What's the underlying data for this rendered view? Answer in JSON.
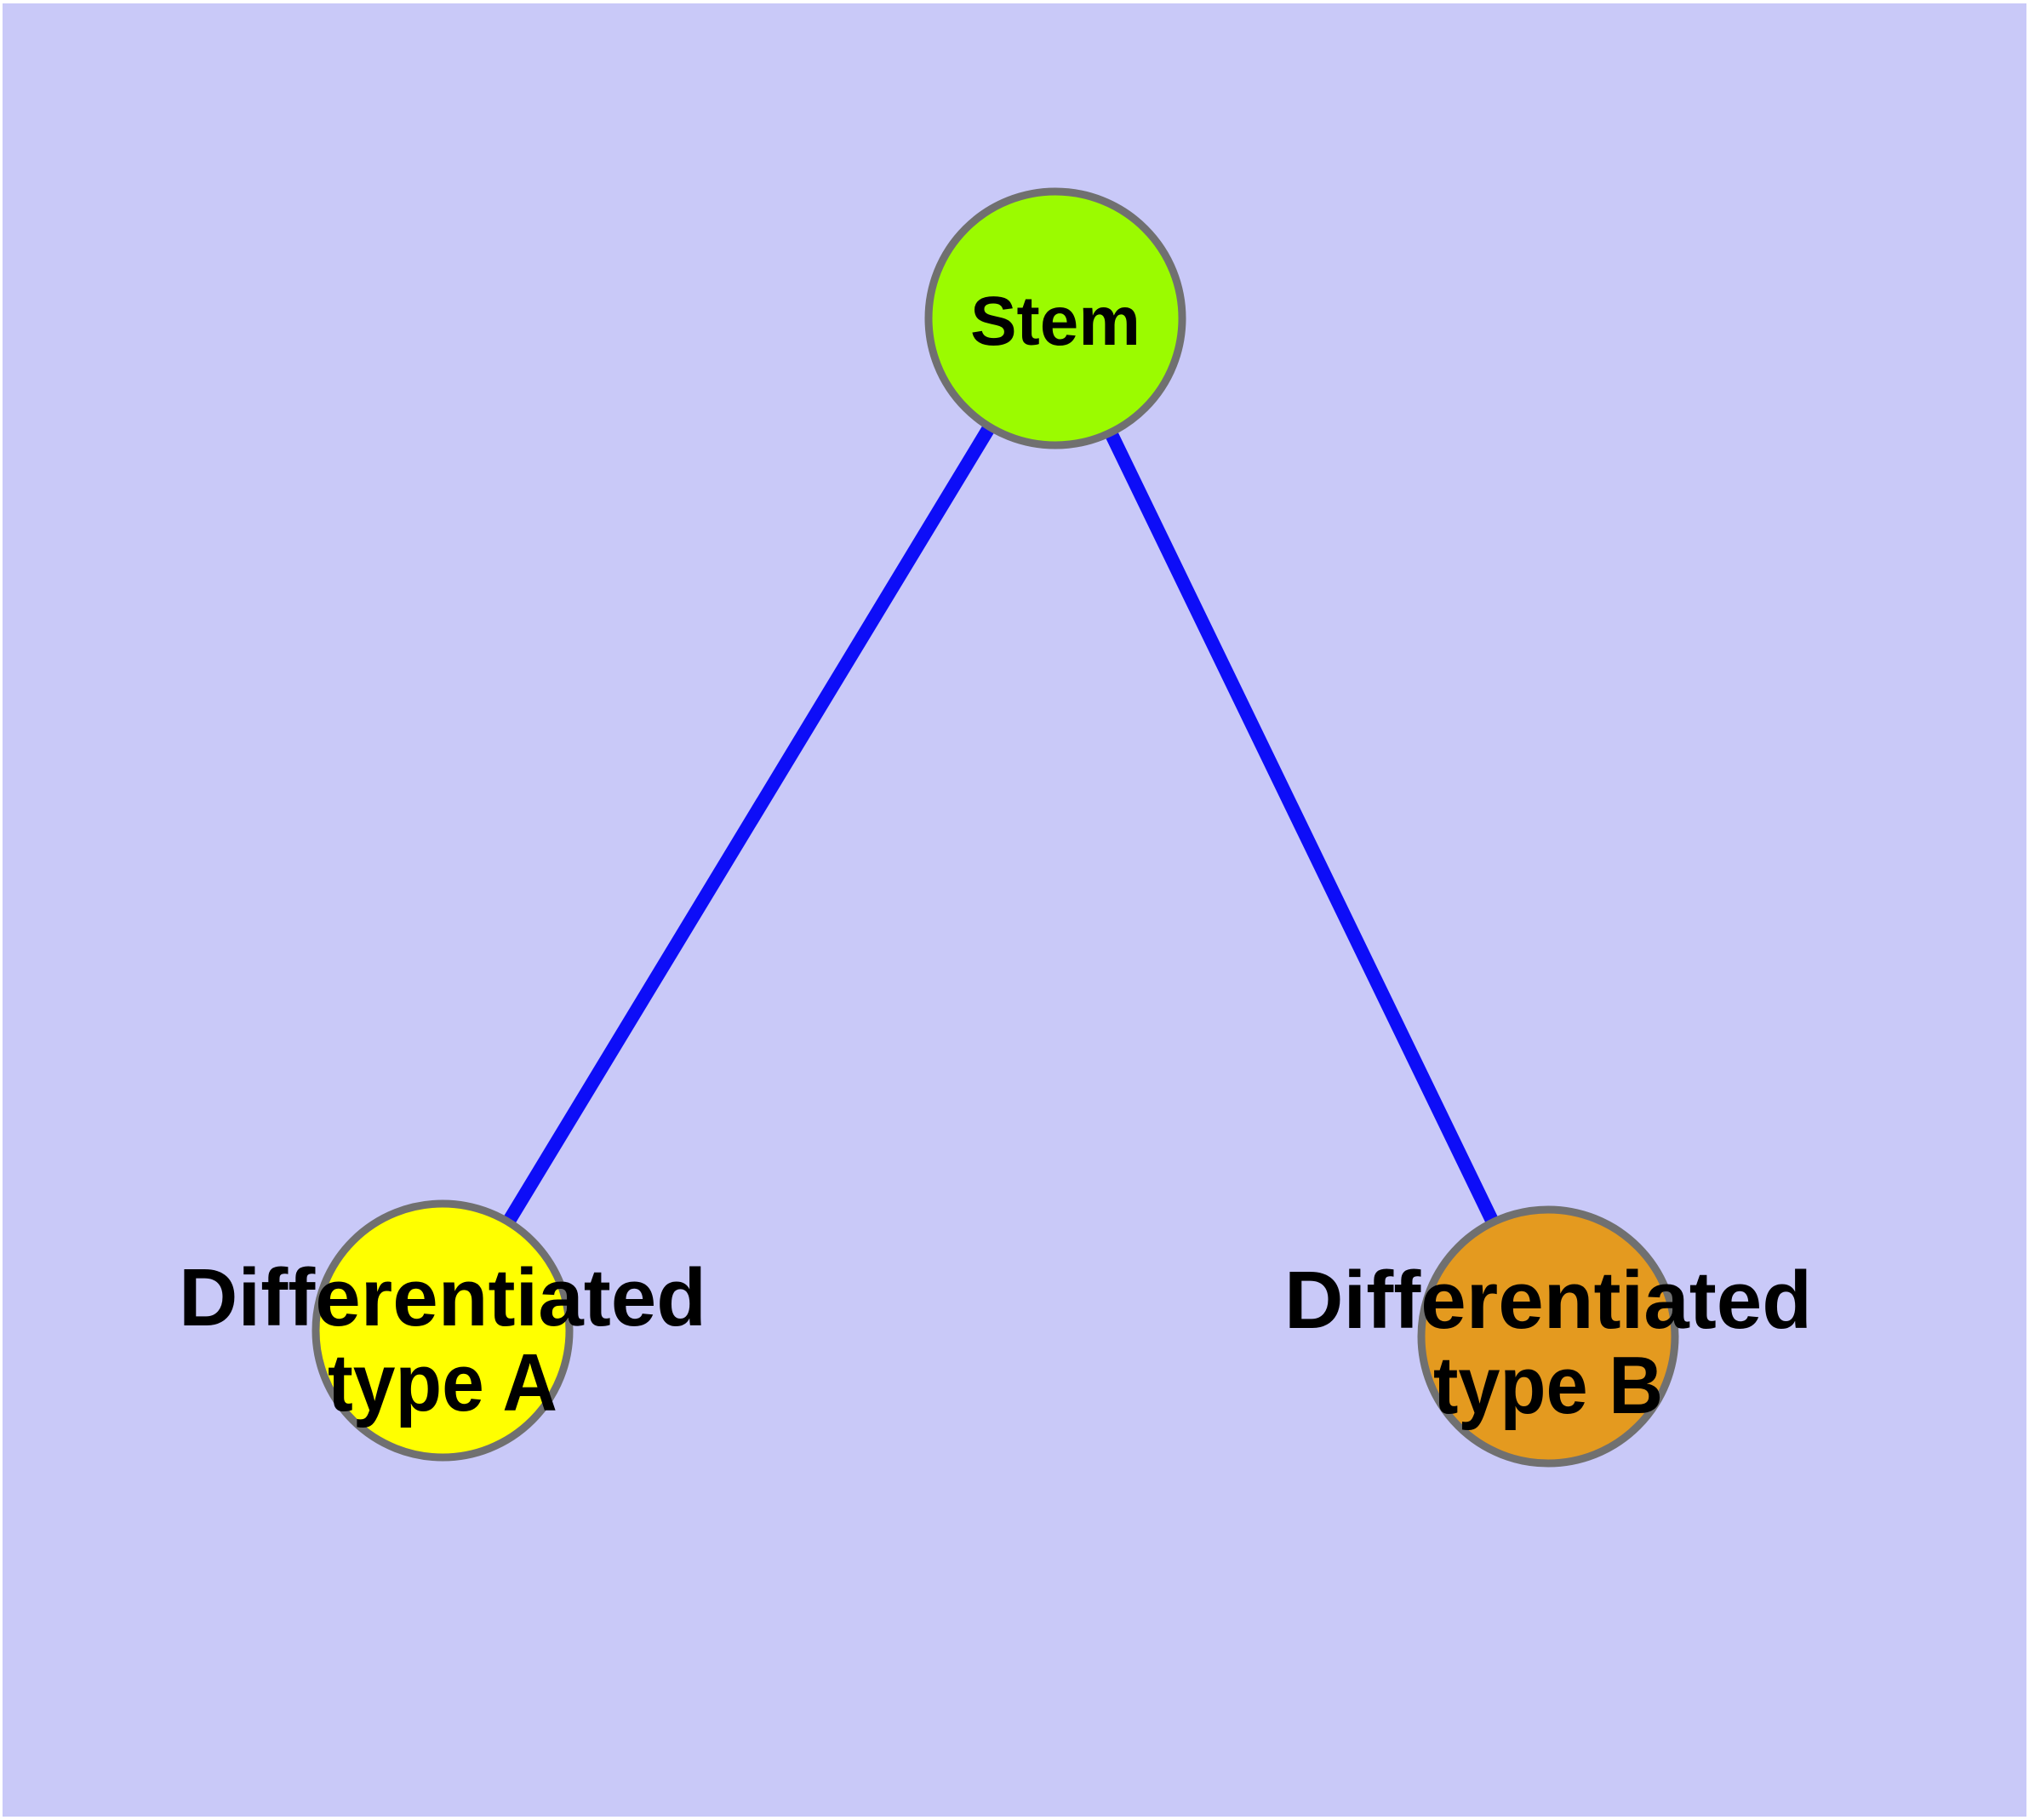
{
  "diagram": {
    "background_color": "#c9c9f8",
    "edge_color": "#0d0df8",
    "node_border_color": "#707070",
    "label_color": "#000000",
    "nodes": [
      {
        "id": "stem",
        "label": "Stem",
        "label_lines": [
          "Stem"
        ],
        "fill": "#9bfb00"
      },
      {
        "id": "differentiated-type-a",
        "label": "Differentiated type A",
        "label_lines": [
          "Differentiated",
          "type A"
        ],
        "fill": "#ffff00"
      },
      {
        "id": "differentiated-type-b",
        "label": "Differentiated type B",
        "label_lines": [
          "Differentiated",
          "type B"
        ],
        "fill": "#e49a1f"
      }
    ],
    "edges": [
      {
        "from": "stem",
        "to": "differentiated-type-a"
      },
      {
        "from": "stem",
        "to": "differentiated-type-b"
      }
    ]
  }
}
